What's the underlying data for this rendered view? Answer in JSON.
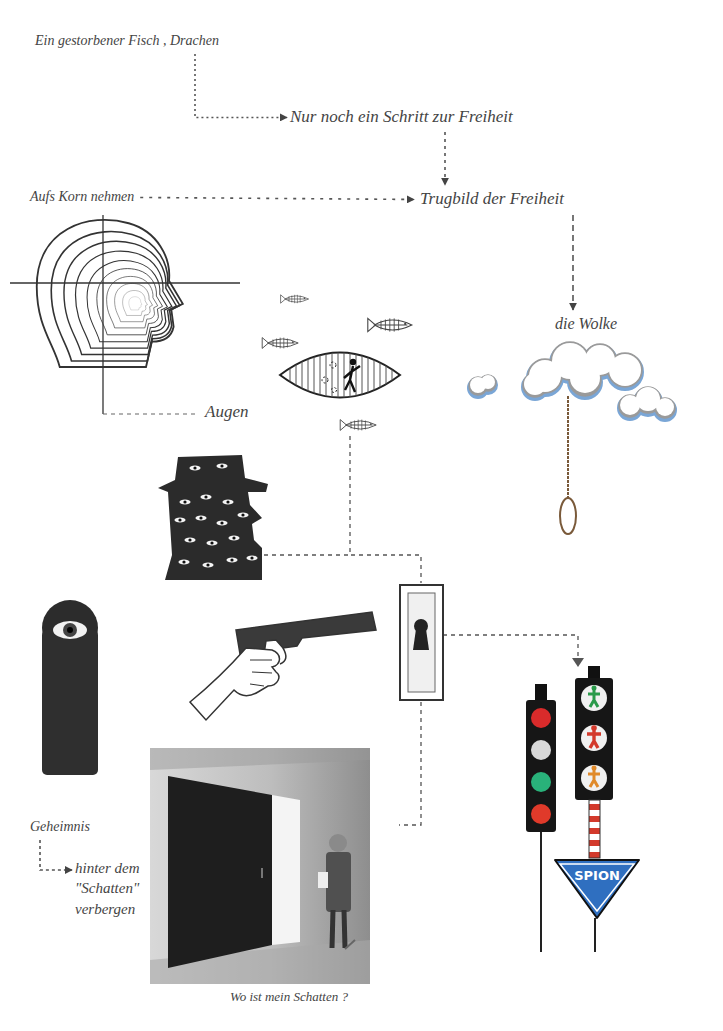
{
  "diagram": {
    "nodes": [
      {
        "text": [
          "Ein gestorbener Fisch , Drachen"
        ]
      },
      {
        "text": [
          "Nur noch ein Schritt zur Freiheit"
        ]
      },
      {
        "text": [
          "Aufs Korn nehmen"
        ]
      },
      {
        "text": [
          "Trugbild der Freiheit"
        ]
      },
      {
        "text": [
          "die Wolke"
        ]
      },
      {
        "text": [
          "Geheimnis"
        ]
      },
      {
        "text": [
          "hinter dem \"Schatten\" verbergen"
        ]
      },
      {
        "text": [
          "SPION"
        ]
      }
    ],
    "edges": [
      {
        "from": 0,
        "to": 1,
        "arrow": "to"
      },
      {
        "from": 1,
        "to": 3,
        "arrow": "to"
      },
      {
        "from": 2,
        "to": 3,
        "arrow": "to"
      },
      {
        "from": 3,
        "to": 4,
        "arrow": "to"
      },
      {
        "from": 5,
        "to": 6,
        "arrow": "to"
      }
    ],
    "labels": [
      "Augen",
      "Wo ist mein Schatten ?"
    ]
  }
}
